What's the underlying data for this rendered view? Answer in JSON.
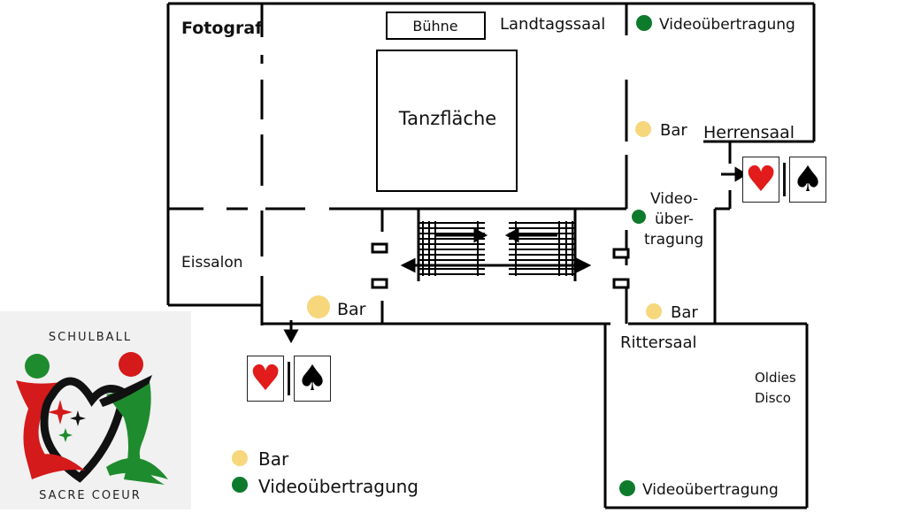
{
  "colors": {
    "bar": "#f7d77c",
    "video": "#0e7a2c",
    "wall": "#000000",
    "heart": "#e21b1b",
    "spade": "#000000"
  },
  "rooms": {
    "fotograf": "Fotograf",
    "buehne": "Bühne",
    "landtagssaal": "Landtagssaal",
    "tanzflaeche": "Tanzfläche",
    "herrensaal": "Herrensaal",
    "eissalon": "Eissalon",
    "rittersaal": "Rittersaal",
    "oldies_disco_line1": "Oldies",
    "oldies_disco_line2": "Disco"
  },
  "markers": {
    "video_top": "Videoübertragung",
    "bar_top": "Bar",
    "video_mid_line1": "Video-",
    "video_mid_line2": "über-",
    "video_mid_line3": "tragung",
    "bar_left": "Bar",
    "bar_right": "Bar",
    "video_bottom": "Videoübertragung"
  },
  "legend": {
    "bar": "Bar",
    "video": "Videoübertragung"
  },
  "logo": {
    "top": "SCHULBALL",
    "bottom": "SACRE COEUR"
  },
  "icons": {
    "heart": "♥",
    "spade": "♠"
  }
}
